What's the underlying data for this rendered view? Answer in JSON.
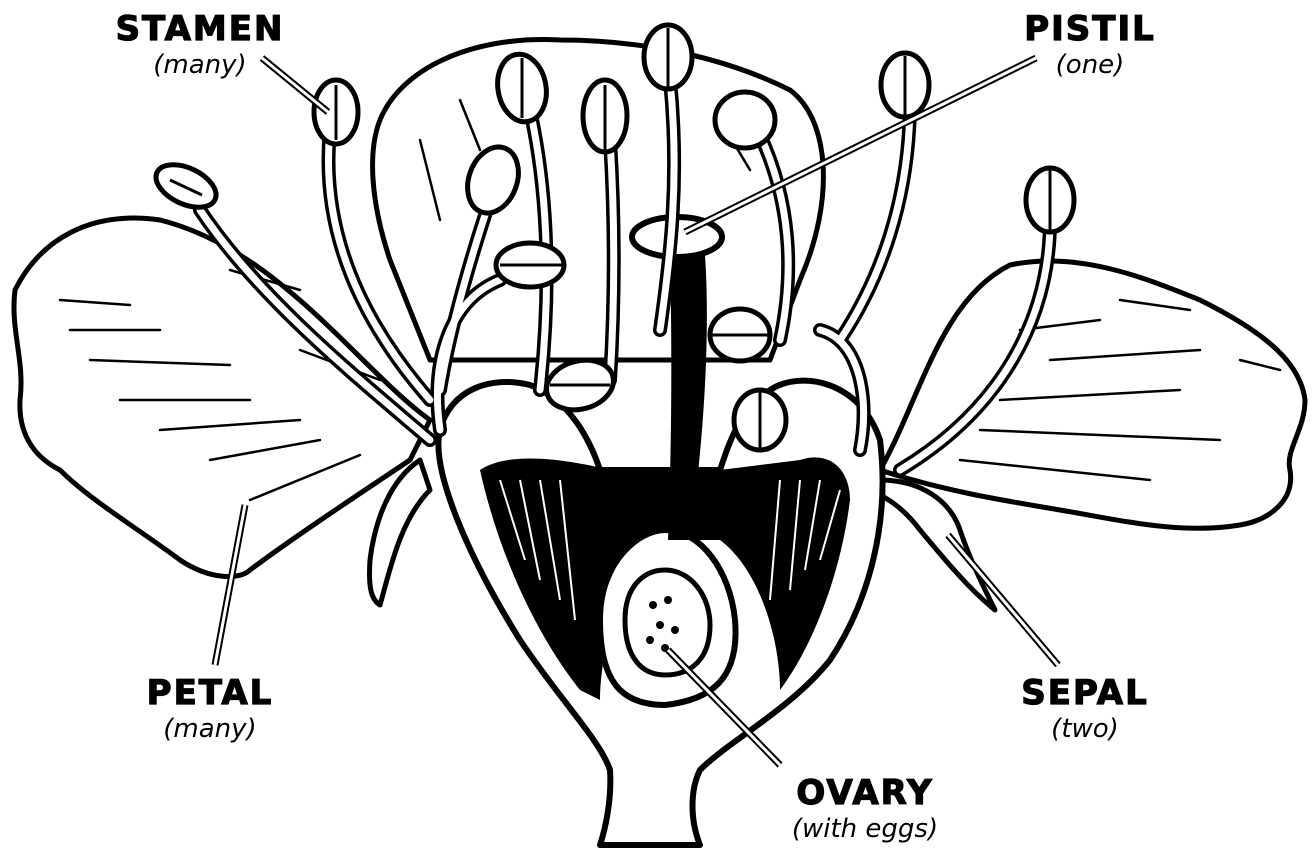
{
  "labels": {
    "stamen": {
      "name": "STAMEN",
      "qty": "(many)"
    },
    "pistil": {
      "name": "PISTIL",
      "qty": "(one)"
    },
    "petal": {
      "name": "PETAL",
      "qty": "(many)"
    },
    "sepal": {
      "name": "SEPAL",
      "qty": "(two)"
    },
    "ovary": {
      "name": "OVARY",
      "qty": "(with eggs)"
    }
  },
  "colors": {
    "ink": "#000000",
    "paper": "#ffffff"
  }
}
